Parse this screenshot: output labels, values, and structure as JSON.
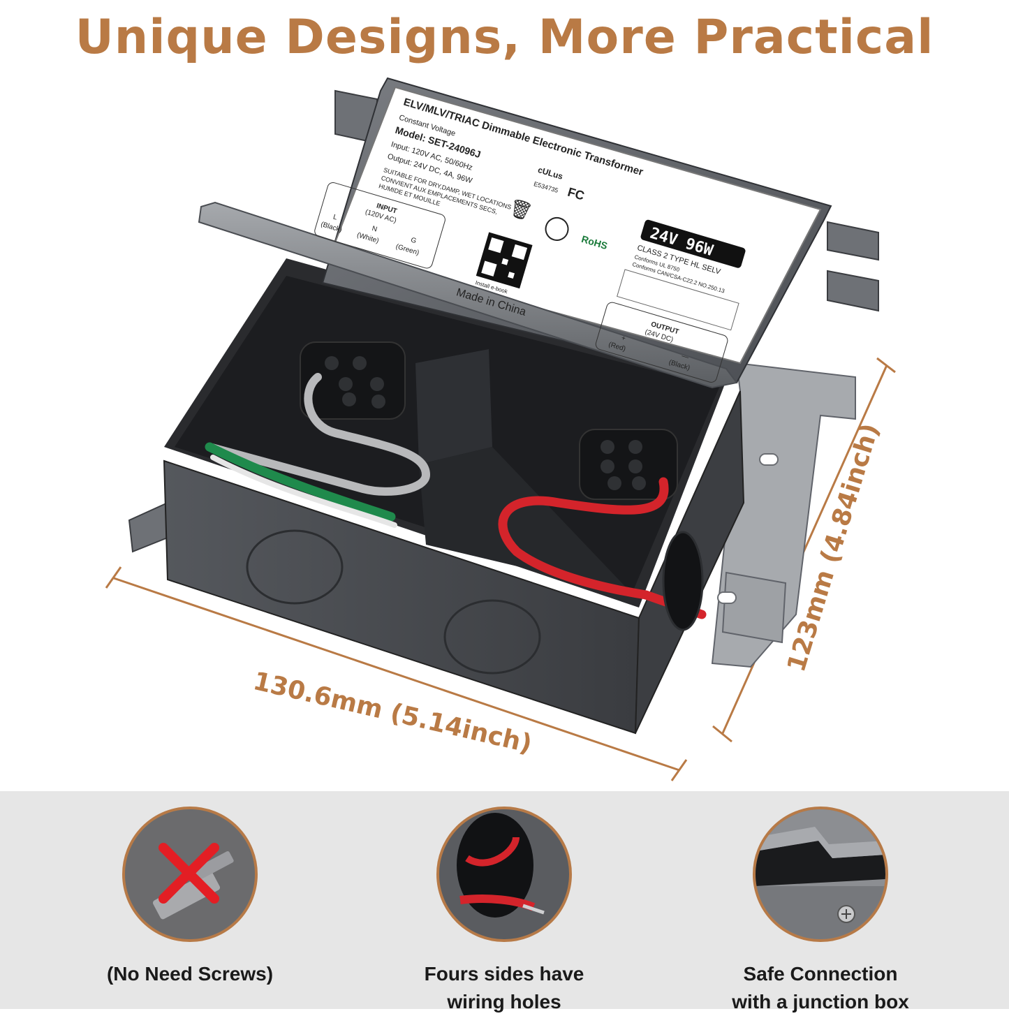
{
  "headline": "Unique Designs, More Practical",
  "label": {
    "line1": "ELV/MLV/TRIAC Dimmable Electronic Transformer",
    "line2": "Constant Voltage",
    "model": "Model: SET-24096J",
    "input": "Input: 120V AC, 50/60Hz",
    "output": "Output: 24V DC, 4A, 96W",
    "suitable1": "SUITABLE FOR DRY,DAMP, WET LOCATIONS",
    "suitable2": "CONVIENT AUX EMPLACEMENTS SECS,",
    "suitable3": "HUMIDE ET MOUILLE",
    "cert_number": "E534735",
    "rating": "24V 96W",
    "class": "CLASS 2  TYPE HL  SELV",
    "conform1": "Conforms UL 8750",
    "conform2": "Conforms CAN/CSA-C22.2 NO.250.13",
    "input_box": {
      "title": "INPUT",
      "sub": "(120V AC)",
      "terms": [
        "L",
        "N",
        "G"
      ],
      "colors": [
        "(Black)",
        "(White)",
        "(Green)"
      ]
    },
    "output_box": {
      "title": "OUTPUT",
      "sub": "(24V DC)",
      "terms": [
        "+",
        "—"
      ],
      "colors": [
        "(Red)",
        "(Black)"
      ]
    },
    "install": "Install e-book",
    "made_in": "Made in China",
    "rohs": "RoHS"
  },
  "dimensions": {
    "width": "130.6mm (5.14inch)",
    "height": "123mm (4.84inch)"
  },
  "features": [
    {
      "icon": "no-screws-icon",
      "lines": [
        "(No Need Screws)"
      ]
    },
    {
      "icon": "wiring-hole-icon",
      "lines": [
        "Fours sides have",
        "wiring holes"
      ]
    },
    {
      "icon": "junction-box-icon",
      "lines": [
        "Safe Connection",
        "with a junction box"
      ]
    }
  ],
  "colors": {
    "accent": "#b97a45",
    "feature_bg": "#e6e6e6",
    "wire_red": "#d4242b",
    "wire_green": "#1f8a4c"
  }
}
